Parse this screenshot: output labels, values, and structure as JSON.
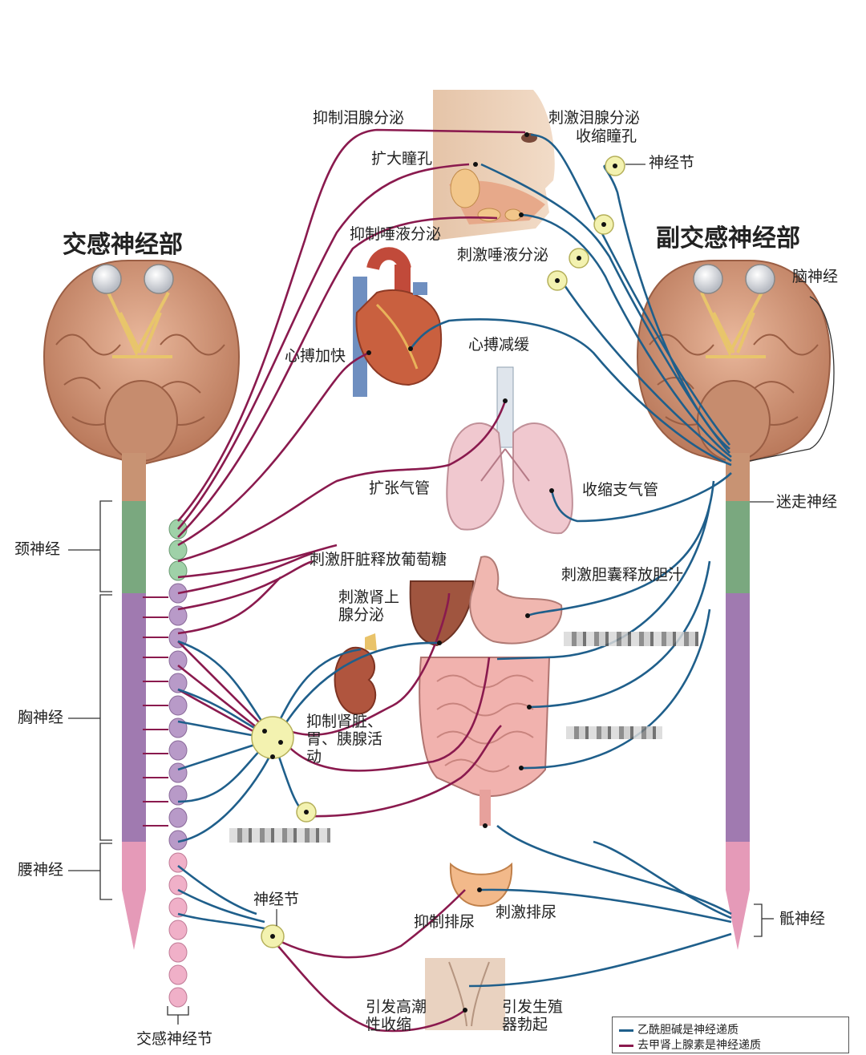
{
  "headings": {
    "sympathetic": "交感神经部",
    "parasympathetic": "副交感神经部"
  },
  "labels": {
    "inhibit_tear": "抑制泪腺分泌",
    "stimulate_tear": "刺激泪腺分泌",
    "constrict_pupil": "收缩瞳孔",
    "ganglion_top": "神经节",
    "dilate_pupil": "扩大瞳孔",
    "inhibit_saliva": "抑制唾液分泌",
    "stimulate_saliva": "刺激唾液分泌",
    "cranial_nerves": "脑神经",
    "heart_faster": "心搏加快",
    "heart_slower": "心搏减缓",
    "dilate_bronchi": "扩张气管",
    "constrict_bronchi": "收缩支气管",
    "vagus": "迷走神经",
    "liver_glucose": "刺激肝脏释放葡萄糖",
    "gallbladder_bile": "刺激胆囊释放胆汁",
    "adrenal_secretion": "刺激肾上\n腺分泌",
    "inhibit_kidney": "抑制肾脏、\n胃、胰腺活\n动",
    "cervical": "颈神经",
    "thoracic": "胸神经",
    "lumbar": "腰神经",
    "ganglion_bottom": "神经节",
    "inhibit_urination": "抑制排尿",
    "stimulate_urination": "刺激排尿",
    "sacral": "骶神经",
    "orgasm": "引发高潮\n性收缩",
    "erection": "引发生殖\n器勃起",
    "sympathetic_chain": "交感神经节"
  },
  "legend": {
    "acetylcholine": "乙酰胆碱是神经递质",
    "norepinephrine": "去甲肾上腺素是神经递质"
  },
  "colors": {
    "cholinergic": "#1f5f8b",
    "adrenergic": "#8a1a4e",
    "cervical_segment": "#7aa87f",
    "thoracic_segment": "#a07ab0",
    "lumbar_segment": "#e59ab8",
    "ganglion_fill": "#f3f2b0"
  }
}
